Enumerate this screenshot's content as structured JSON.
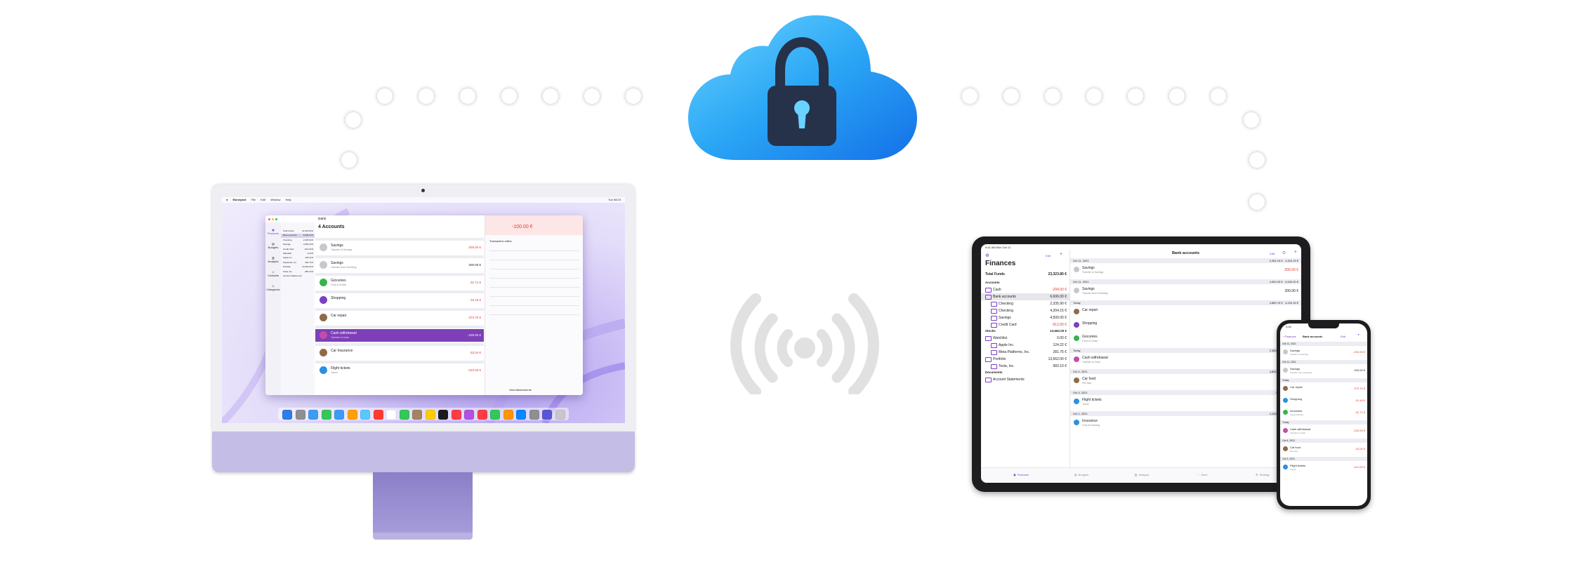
{
  "cloud": {
    "icon": "cloud-lock-icon"
  },
  "wireless": {
    "icon": "wireless-sync-icon"
  },
  "imac": {
    "menubar": {
      "app": "Moneyard",
      "items": [
        "File",
        "Edit",
        "Window",
        "Help"
      ],
      "clock": "Tue 08:23"
    },
    "window": {
      "sidebar_sections": [
        "Finances",
        "Budgets",
        "Analysis",
        "Contacts",
        "Categories"
      ],
      "accounts": [
        {
          "name": "Total Funds",
          "value": "23,323.80 €"
        },
        {
          "name": "Bank accounts",
          "value": "6,606.00 €"
        },
        {
          "name": "Checking",
          "value": "2,335.90 €"
        },
        {
          "name": "Savings",
          "value": "4,500.00 €"
        },
        {
          "name": "Credit Card",
          "value": "-912.00 €"
        },
        {
          "name": "Watchlist",
          "value": "0.00 €"
        },
        {
          "name": "Apple Inc.",
          "value": "124.22 €"
        },
        {
          "name": "Facebook, Inc.",
          "value": "281.75 €"
        },
        {
          "name": "Portfolio",
          "value": "13,662.00 €"
        },
        {
          "name": "Tesla, Inc.",
          "value": "683.10 €"
        },
        {
          "name": "Account Statements",
          "value": ""
        }
      ],
      "title": "Bank",
      "list_title": "4 Accounts",
      "transactions": [
        {
          "title": "Savings",
          "sub": "Transfer to Savings",
          "amount": "-200.00 €",
          "neg": true
        },
        {
          "title": "Savings",
          "sub": "Transfer from Checking",
          "amount": "200.00 €",
          "neg": false
        },
        {
          "title": "Groceries",
          "sub": "Food & Drinks",
          "amount": "-32.71 €",
          "neg": true
        },
        {
          "title": "Shopping",
          "sub": "",
          "amount": "-19.16 €",
          "neg": true
        },
        {
          "title": "Car repair",
          "sub": "",
          "amount": "-373.70 €",
          "neg": true
        },
        {
          "title": "Cash withdrawal",
          "sub": "Transfer to Cash",
          "amount": "-100.00 €",
          "neg": true
        },
        {
          "title": "Car Insurance",
          "sub": "",
          "amount": "-32.04 €",
          "neg": true
        },
        {
          "title": "Flight tickets",
          "sub": "Travel",
          "amount": "-410.00 €",
          "neg": true
        }
      ],
      "inspector_amount": "-100.00 €",
      "inspector_label": "Transaction editor",
      "footer": "View Attachments"
    }
  },
  "ipad": {
    "status": "9:41 AM  Mon Oct 11",
    "nav_title": "Bank accounts",
    "edit": "Edit",
    "sidebar_title": "Finances",
    "total": {
      "label": "Total Funds",
      "value": "23,323.80 €"
    },
    "accounts_header": "Accounts",
    "accounts": [
      {
        "name": "Cash",
        "value": "-294.00 €",
        "neg": true,
        "indent": 0
      },
      {
        "name": "Bank accounts",
        "value": "6,606.00 €",
        "neg": false,
        "indent": 0
      },
      {
        "name": "Checking",
        "value": "2,335.90 €",
        "neg": false,
        "indent": 1
      },
      {
        "name": "Checking",
        "value": "4,204.15 €",
        "neg": false,
        "indent": 1
      },
      {
        "name": "Savings",
        "value": "4,500.00 €",
        "neg": false,
        "indent": 1
      },
      {
        "name": "Credit Card",
        "value": "-912.00 €",
        "neg": true,
        "indent": 1
      }
    ],
    "stocks_header": "Stocks",
    "stocks_value": "13,662.00 €",
    "stocks": [
      {
        "name": "Watchlist",
        "value": "0.00 €",
        "indent": 0
      },
      {
        "name": "Apple Inc.",
        "value": "124.22 €",
        "indent": 1
      },
      {
        "name": "Meta Platforms, Inc.",
        "value": "281.75 €",
        "indent": 1
      },
      {
        "name": "Portfolio",
        "value": "13,662.00 €",
        "indent": 0
      },
      {
        "name": "Tesla, Inc.",
        "value": "683.10 €",
        "indent": 1
      }
    ],
    "documents_header": "Documents",
    "documents": [
      {
        "name": "Account Statements"
      }
    ],
    "groups": [
      {
        "date": "Oct 11, 2021",
        "totals": "4,304.15 €  ·  4,304.15 €",
        "items": [
          {
            "title": "Savings",
            "sub": "Transfer to Savings",
            "amount": "-200.00 €",
            "neg": true
          }
        ]
      },
      {
        "date": "Oct 11, 2021",
        "totals": "4,500.00 €  ·  4,500.00 €",
        "items": [
          {
            "title": "Savings",
            "sub": "Transfer from Checking",
            "amount": "200.00 €",
            "neg": false
          }
        ]
      },
      {
        "date": "Today",
        "totals": "4,889.76 €  ·  4,204.15 €",
        "items": [
          {
            "title": "Car repair",
            "sub": "",
            "amount": "",
            "neg": true
          },
          {
            "title": "Shopping",
            "sub": "",
            "amount": "",
            "neg": true
          },
          {
            "title": "Groceries",
            "sub": "Food & Drinks",
            "amount": "",
            "neg": true
          }
        ]
      },
      {
        "date": "Today",
        "totals": "2,383.80 €  ·  2,335.90 €",
        "items": [
          {
            "title": "Cash withdrawal",
            "sub": "Transfer to Cash",
            "amount": "",
            "neg": true
          }
        ]
      },
      {
        "date": "Oct 4, 2021",
        "totals": "4,891.43 €  ·  4,891.75 €",
        "items": [
          {
            "title": "Car food",
            "sub": "Pet care",
            "amount": "",
            "neg": true
          }
        ]
      },
      {
        "date": "Oct 3, 2021",
        "totals": "0.00 €  ·  -412.00 €",
        "items": [
          {
            "title": "Flight tickets",
            "sub": "Travel",
            "amount": "",
            "neg": true
          }
        ]
      },
      {
        "date": "Oct 1, 2021",
        "totals": "2,249.80 €  ·  2,249.80 €",
        "items": [
          {
            "title": "Insurance",
            "sub": "Cost of Housing",
            "amount": "",
            "neg": true
          }
        ]
      }
    ],
    "tabs": [
      "Finances",
      "Budgets",
      "Analysis",
      "More",
      "Settings"
    ]
  },
  "iphone": {
    "time": "3:16",
    "back": "Finances",
    "title": "Bank accounts",
    "edit": "Edit",
    "groups": [
      {
        "date": "Oct 11, 2021",
        "items": [
          {
            "title": "Savings",
            "sub": "Transfer to Savings",
            "amount": "-200.00 €",
            "neg": true
          }
        ]
      },
      {
        "date": "Oct 11, 2021",
        "items": [
          {
            "title": "Savings",
            "sub": "Transfer from Checking",
            "amount": "200.00 €",
            "neg": false
          }
        ]
      },
      {
        "date": "Today",
        "items": [
          {
            "title": "Car repair",
            "sub": "",
            "amount": "-373.70 €",
            "neg": true
          },
          {
            "title": "Shopping",
            "sub": "",
            "amount": "-19.16 €",
            "neg": true
          },
          {
            "title": "Groceries",
            "sub": "Food & Drinks",
            "amount": "-32.71 €",
            "neg": true
          }
        ]
      },
      {
        "date": "Today",
        "items": [
          {
            "title": "Cash withdrawal",
            "sub": "Transfer to Cash",
            "amount": "-100.00 €",
            "neg": true
          }
        ]
      },
      {
        "date": "Oct 4, 2021",
        "items": [
          {
            "title": "Cat food",
            "sub": "Pet care",
            "amount": "-32.04 €",
            "neg": true
          }
        ]
      },
      {
        "date": "Oct 3, 2021",
        "items": [
          {
            "title": "Flight tickets",
            "sub": "Travel",
            "amount": "-410.00 €",
            "neg": true
          }
        ]
      }
    ]
  },
  "colors": {
    "accent": "#7b3fc4",
    "selection": "#7e3fb8",
    "negative": "#e03a2e",
    "cloud": "#1a90f0",
    "imac": "#c4bde6"
  }
}
